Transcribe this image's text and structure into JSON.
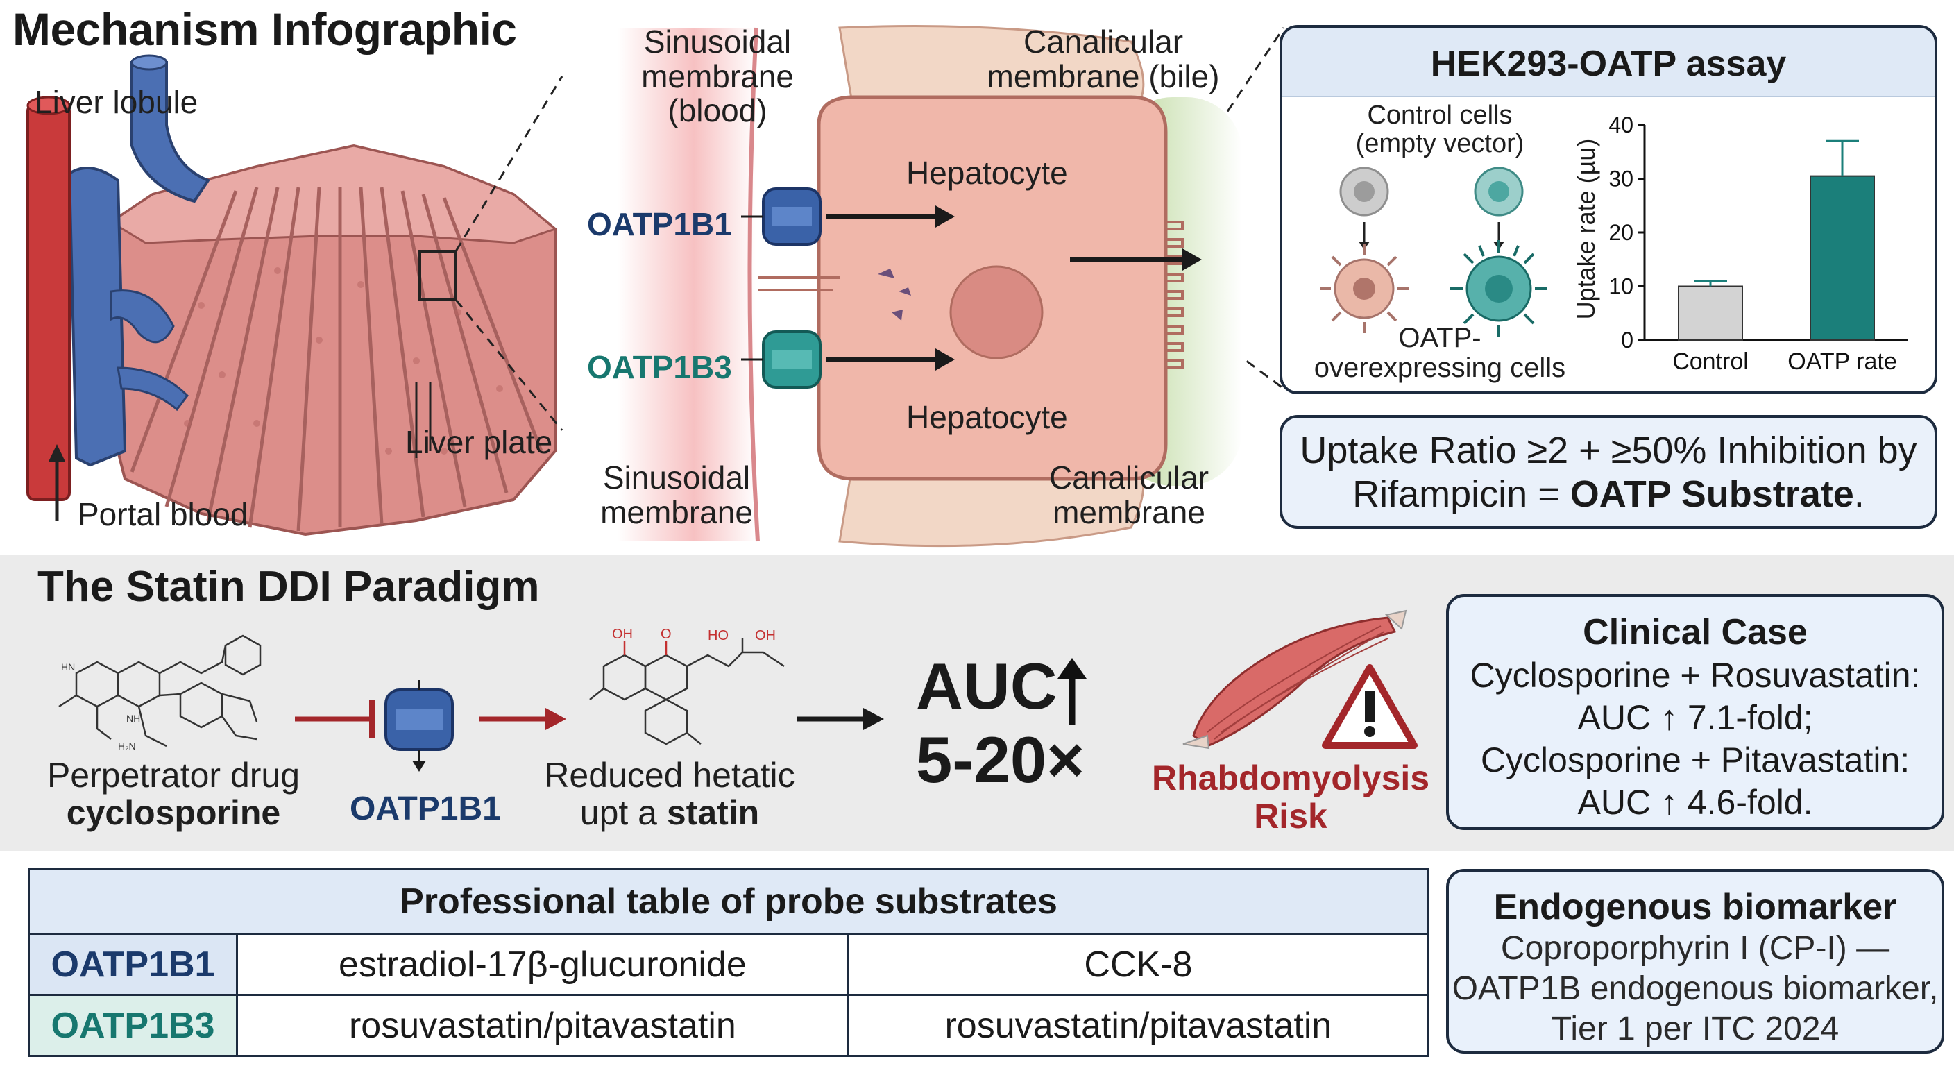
{
  "title": "Mechanism Infographic",
  "lobule": {
    "label": "Liver lobule",
    "plate_label": "Liver plate",
    "portal_label": "Portal blood"
  },
  "hepatocyte": {
    "sinusoidal_top": [
      "Sinusoidal",
      "membrane",
      "(blood)"
    ],
    "canalicular_top": [
      "Canalicular",
      "membrane (bile)"
    ],
    "sinusoidal_bottom": [
      "Sinusoidal",
      "membrane"
    ],
    "canalicular_bottom": [
      "Canalicular",
      "membrane"
    ],
    "cell_label_top": "Hepatocyte",
    "cell_label_bottom": "Hepatocyte",
    "transporter_1": "OATP1B1",
    "transporter_2": "OATP1B3"
  },
  "assay": {
    "title": "HEK293-OATP assay",
    "control_label": [
      "Control cells",
      "(empty vector)"
    ],
    "oatp_label": [
      "OATP-",
      "overexpressing cells"
    ],
    "chart_data": {
      "type": "bar",
      "categories": [
        "Control",
        "OATP rate"
      ],
      "values": [
        10,
        30.5
      ],
      "errors": [
        1,
        6.5
      ],
      "ylabel": "Uptake rate (µu)",
      "ylim": [
        0,
        40
      ],
      "yticks": [
        0,
        10,
        20,
        30,
        40
      ],
      "colors": [
        "#d3d3d3",
        "#1b7f7a"
      ]
    }
  },
  "rule": {
    "line1": "Uptake Ratio ≥2 + ≥50% Inhibition by",
    "line2_prefix": "Rifampicin = ",
    "line2_bold": "OATP Substrate",
    "line2_suffix": "."
  },
  "ddi": {
    "title": "The Statin DDI Paradigm",
    "perpetrator_line1": "Perpetrator drug",
    "perpetrator_line2": "cyclosporine",
    "transporter": "OATP1B1",
    "reduced_line1": "Reduced hetatic",
    "reduced_line2_prefix": "upt a ",
    "reduced_line2_bold": "statin",
    "auc_line1": "AUC",
    "auc_line2": "5-20×",
    "risk_line1": "Rhabdomyolysis",
    "risk_line2": "Risk",
    "struct_labels": [
      "HN",
      "NH",
      "H₂N",
      "OH",
      "O",
      "HO",
      "OH"
    ]
  },
  "clinical_case": {
    "title": "Clinical Case",
    "lines": [
      "Cyclosporine + Rosuvastatin:",
      "AUC ↑ 7.1-fold;",
      "Cyclosporine + Pitavastatin:",
      "AUC ↑ 4.6-fold."
    ]
  },
  "probe_table": {
    "title": "Professional table of probe substrates",
    "rows": [
      {
        "transporter": "OATP1B1",
        "col1": "estradiol-17β-glucuronide",
        "col2": "CCK-8"
      },
      {
        "transporter": "OATP1B3",
        "col1": "rosuvastatin/pitavastatin",
        "col2": "rosuvastatin/pitavastatin"
      }
    ]
  },
  "biomarker": {
    "title": "Endogenous biomarker",
    "lines": [
      "Coproporphyrin I (CP-I) —",
      "OATP1B endogenous biomarker,",
      "Tier 1 per ITC 2024"
    ]
  },
  "colors": {
    "oatp1b1": "#1b3a6b",
    "oatp1b3": "#17776f",
    "risk": "#a3262a",
    "panel": "#dfe9f6",
    "band": "#ebebeb"
  }
}
